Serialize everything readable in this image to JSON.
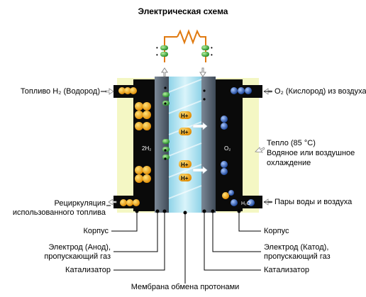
{
  "diagram": {
    "title": "Электрическая схема",
    "labels": {
      "fuel_in": "Топливо H₂ (Водород)",
      "oxygen_in": "O₂ (Кислород) из воздуха",
      "heat_line1": "Тепло (85 °C)",
      "heat_line2": "Водяное или воздушное",
      "heat_line3": "охлаждение",
      "recirc_line1": "Рециркуляция",
      "recirc_line2": "использованного топлива",
      "exhaust": "Пары воды и воздуха",
      "casing_left": "Корпус",
      "casing_right": "Корпус",
      "anode_line1": "Электрод (Анод),",
      "anode_line2": "пропускающий газ",
      "cathode_line1": "Электрод (Катод),",
      "cathode_line2": "пропускающий газ",
      "catalyst_left": "Катализатор",
      "catalyst_right": "Катализатор",
      "membrane": "Мембрана обмена протонами"
    },
    "inner_labels": {
      "h2": "2H₂",
      "o2": "O₂",
      "h2o": "H₂O",
      "proton": "H+"
    },
    "colors": {
      "casing": "#f4f7c4",
      "chamber": "#0a0a0a",
      "electrode": "#5a6878",
      "membrane": "#b6e6f2",
      "hydrogen": "#f5a800",
      "oxygen": "#1f5bc4",
      "electron": "#36b83a",
      "resistor": "#e07a10",
      "leader": "#000000"
    }
  }
}
